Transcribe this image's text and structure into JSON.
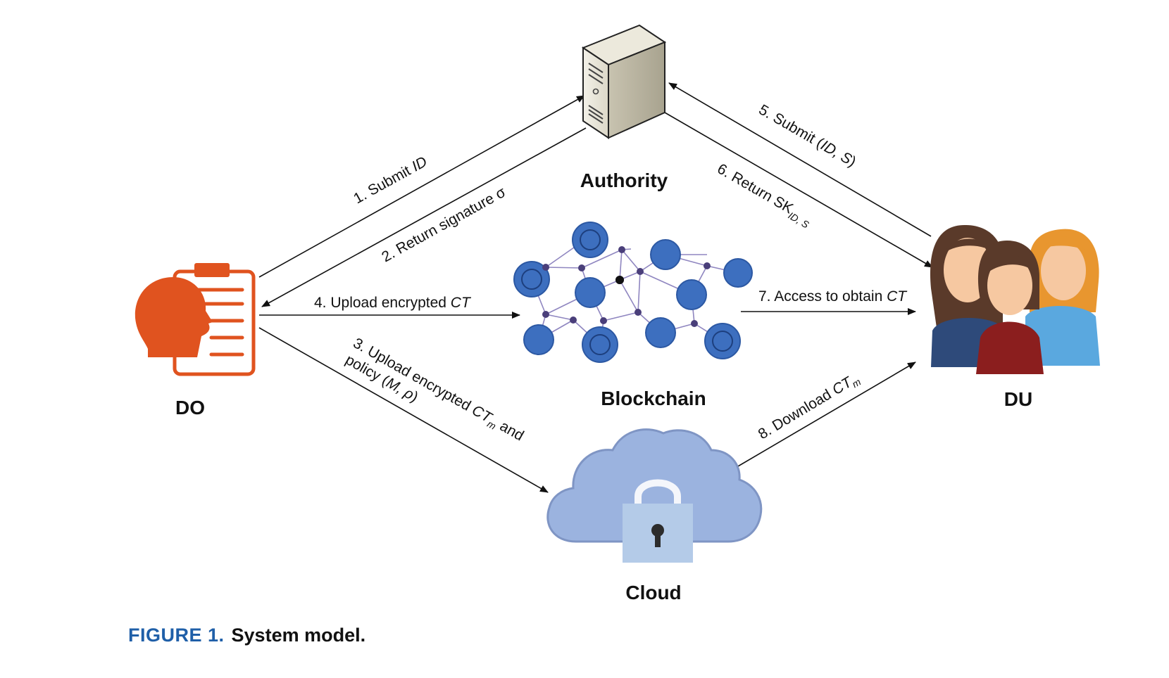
{
  "nodes": {
    "authority": "Authority",
    "blockchain": "Blockchain",
    "do": "DO",
    "du": "DU",
    "cloud": "Cloud"
  },
  "edges": {
    "e1": {
      "text": "1. Submit ",
      "italic": "ID"
    },
    "e2": {
      "text": "2. Return signature σ"
    },
    "e3": {
      "line1": "3. Upload encrypted ",
      "ct": "CT",
      "sub": "m",
      "and": " and",
      "line2a": "policy (",
      "line2b": "M, ρ",
      "line2c": ")"
    },
    "e4": {
      "text": "4. Upload encrypted ",
      "italic": "CT"
    },
    "e5": {
      "text": "5. Submit (",
      "italic": "ID, S",
      "end": ")"
    },
    "e6": {
      "text": "6. Return SK",
      "sub": "ID, S"
    },
    "e7": {
      "text": "7. Access to obtain ",
      "italic": "CT"
    },
    "e8": {
      "text": "8. Download ",
      "ct": "CT",
      "sub": "m"
    }
  },
  "caption": {
    "figure": "FIGURE 1.",
    "title": "System model."
  },
  "colors": {
    "do_orange": "#e0531f",
    "chain_blue": "#3d6fbf",
    "chain_purple": "#4a3f7a",
    "cloud_fill": "#9bb3df",
    "lock_fill": "#b4cbe8",
    "caption_blue": "#1f5fa8"
  },
  "icons": [
    "server-icon",
    "document-user-icon",
    "blockchain-network-icon",
    "users-group-icon",
    "cloud-lock-icon"
  ]
}
